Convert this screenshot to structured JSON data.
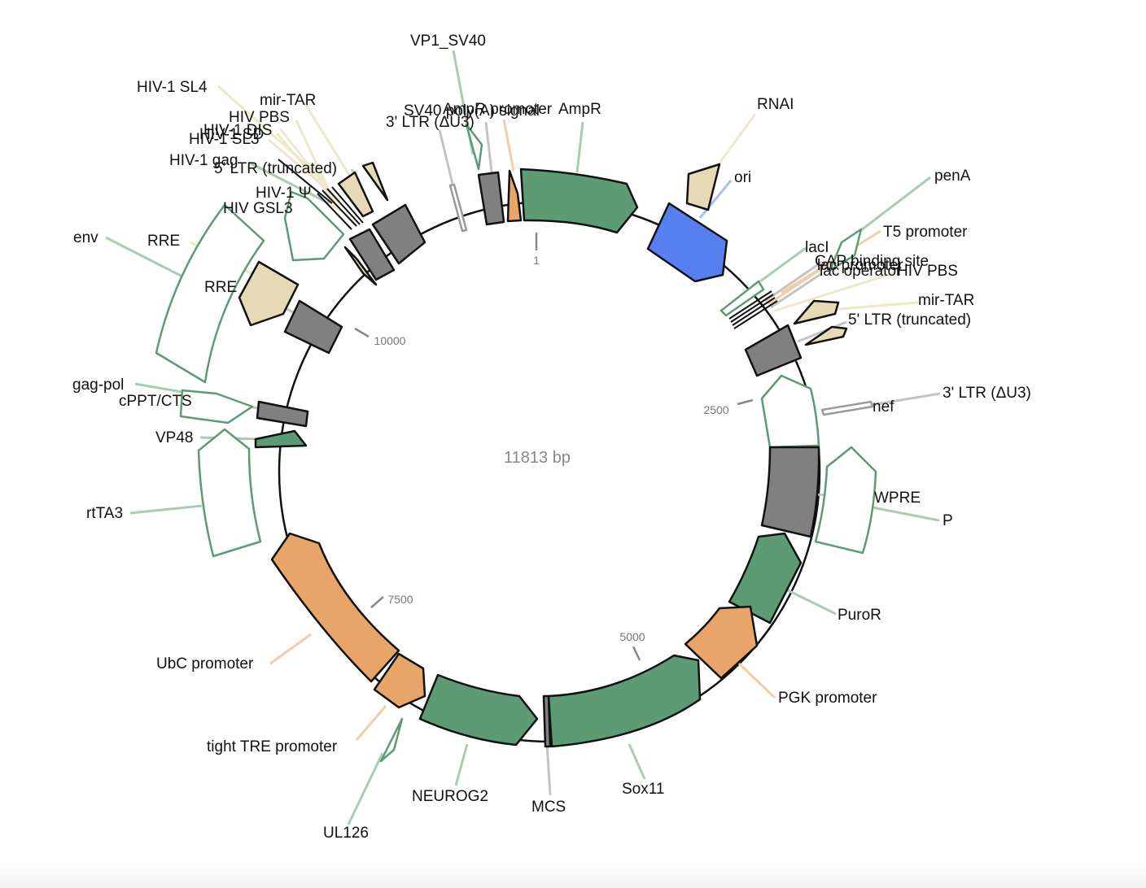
{
  "plasmid": {
    "length_text": "11813 bp",
    "length_bp": 11813
  },
  "ticks": [
    {
      "position_bp": 1,
      "label": "1"
    },
    {
      "position_bp": 2500,
      "label": "2500"
    },
    {
      "position_bp": 5000,
      "label": "5000"
    },
    {
      "position_bp": 7500,
      "label": "7500"
    },
    {
      "position_bp": 10000,
      "label": "10000"
    }
  ],
  "colors": {
    "green": "#5c9b74",
    "gray": "#808080",
    "orange": "#e8a56a",
    "tan": "#e6dab6",
    "blue": "#587ff0",
    "outline": "#111111",
    "green_line": "#a8cdb3",
    "orange_line": "#f2cda8",
    "tan_line": "#f0e6ca",
    "gray_line": "#c4c4c4",
    "blue_line": "#a9bcf5"
  },
  "features": [
    {
      "id": "ampr",
      "label": "AmpR"
    },
    {
      "id": "ampr-promoter",
      "label": "AmpR promoter"
    },
    {
      "id": "sv40-polya",
      "label": "SV40 poly(A) signal"
    },
    {
      "id": "ltr3-top",
      "label": "3' LTR (ΔU3)"
    },
    {
      "id": "vp1-sv40",
      "label": "VP1_SV40"
    },
    {
      "id": "rnai",
      "label": "RNAI"
    },
    {
      "id": "ori",
      "label": "ori"
    },
    {
      "id": "pena",
      "label": "penA"
    },
    {
      "id": "laci",
      "label": "lacI"
    },
    {
      "id": "t5-promoter",
      "label": "T5 promoter"
    },
    {
      "id": "cap-site",
      "label": "CAP binding site"
    },
    {
      "id": "lac-promoter",
      "label": "lac promoter"
    },
    {
      "id": "lac-operator",
      "label": "lac operator"
    },
    {
      "id": "hiv-pbs-right",
      "label": "HIV PBS"
    },
    {
      "id": "mir-tar-right",
      "label": "mir-TAR"
    },
    {
      "id": "ltr5-right",
      "label": "5' LTR (truncated)"
    },
    {
      "id": "ltr3-right",
      "label": "3' LTR (ΔU3)"
    },
    {
      "id": "nef",
      "label": "nef"
    },
    {
      "id": "wpre",
      "label": "WPRE"
    },
    {
      "id": "p",
      "label": "P"
    },
    {
      "id": "puror",
      "label": "PuroR"
    },
    {
      "id": "pgk-promoter",
      "label": "PGK promoter"
    },
    {
      "id": "sox11",
      "label": "Sox11"
    },
    {
      "id": "mcs",
      "label": "MCS"
    },
    {
      "id": "neurog2",
      "label": "NEUROG2"
    },
    {
      "id": "ul126",
      "label": "UL126"
    },
    {
      "id": "tight-tre",
      "label": "tight TRE promoter"
    },
    {
      "id": "ubc-promoter",
      "label": "UbC promoter"
    },
    {
      "id": "rtta3",
      "label": "rtTA3"
    },
    {
      "id": "vp48",
      "label": "VP48"
    },
    {
      "id": "cppt-cts",
      "label": "cPPT/CTS"
    },
    {
      "id": "gag-pol",
      "label": "gag-pol"
    },
    {
      "id": "env",
      "label": "env"
    },
    {
      "id": "rre-outer",
      "label": "RRE"
    },
    {
      "id": "rre-inner",
      "label": "RRE"
    },
    {
      "id": "hiv-gsl3",
      "label": "HIV GSL3"
    },
    {
      "id": "hiv1-psi",
      "label": "HIV-1 Ψ"
    },
    {
      "id": "hiv1-gag",
      "label": "HIV-1 gag"
    },
    {
      "id": "hiv1-sl3",
      "label": "HIV-1 SL3"
    },
    {
      "id": "hiv1-sd",
      "label": "HIV-1 SD"
    },
    {
      "id": "hiv1-dis",
      "label": "HIV-1 DIS"
    },
    {
      "id": "hiv-pbs-left",
      "label": "HIV PBS"
    },
    {
      "id": "mir-tar-left",
      "label": "mir-TAR"
    },
    {
      "id": "hiv1-sl4",
      "label": "HIV-1 SL4"
    },
    {
      "id": "ltr5-left",
      "label": "5' LTR (truncated)"
    }
  ]
}
